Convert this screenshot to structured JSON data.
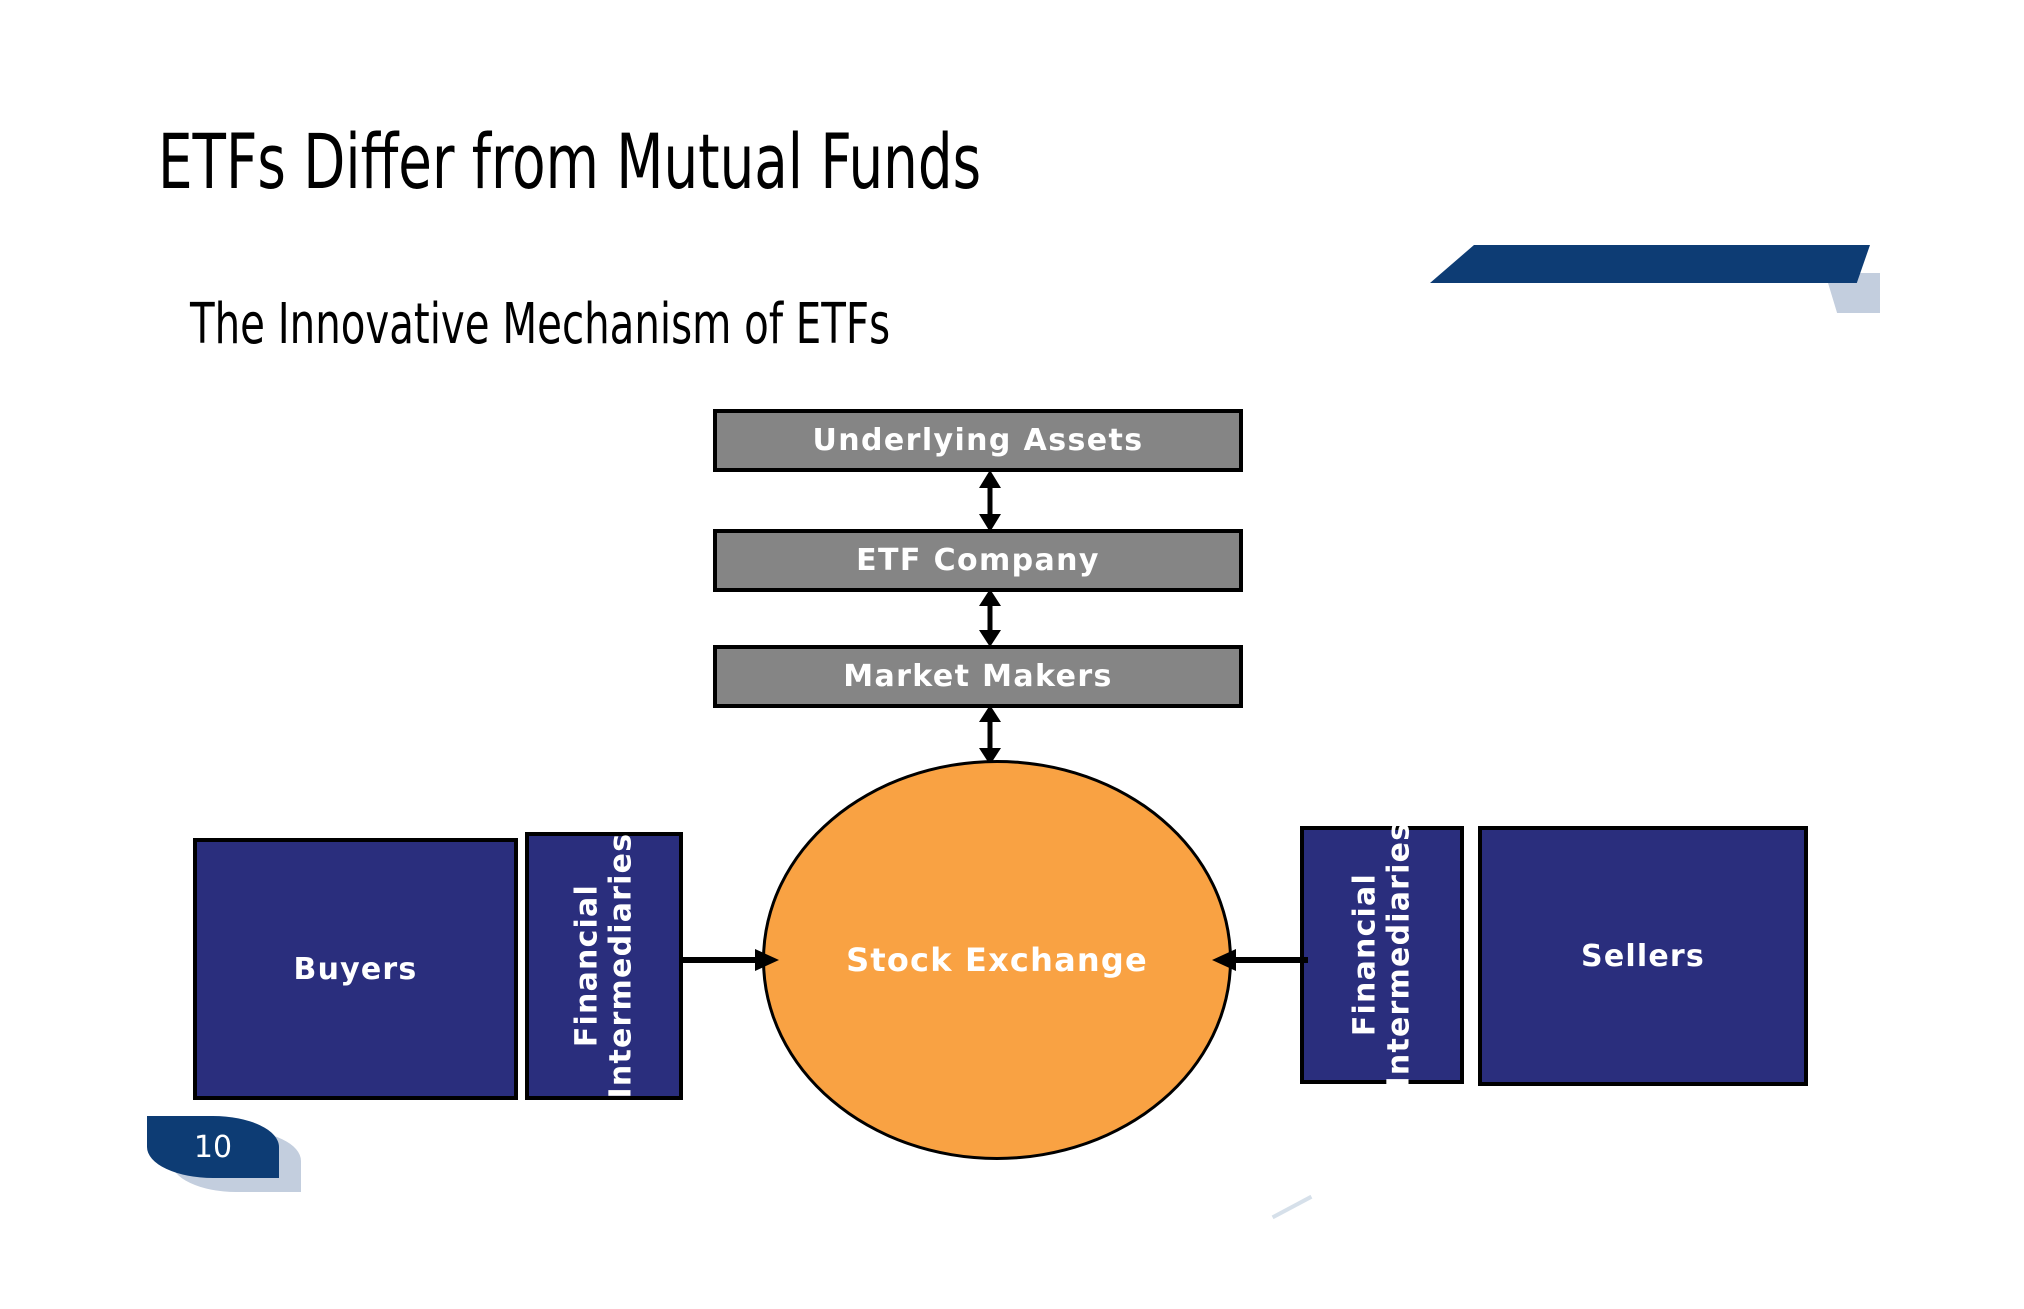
{
  "slide": {
    "title": "ETFs Differ from Mutual Funds",
    "subtitle": "The Innovative Mechanism of ETFs",
    "page_number": "10",
    "background_color": "#ffffff"
  },
  "theme": {
    "navy": "#2a2e7d",
    "banner_navy": "#0d3c74",
    "banner_gray_blue": "#c3cede",
    "gray_box": "#858585",
    "orange": "#f9a243",
    "outline": "#000000",
    "text_on_fill": "#ffffff"
  },
  "diagram": {
    "nodes": {
      "underlying_assets": "Underlying Assets",
      "etf_company": "ETF Company",
      "market_makers": "Market Makers",
      "stock_exchange": "Stock Exchange",
      "buyers": "Buyers",
      "sellers": "Sellers",
      "financial_intermediaries_left_line1": "Financial",
      "financial_intermediaries_left_line2": "Intermediaries",
      "financial_intermediaries_right_line1": "Financial",
      "financial_intermediaries_right_line2": "Intermediaries"
    },
    "connectors": [
      {
        "name": "underlying-assets-to-etf-company",
        "style": "double-headed-vertical"
      },
      {
        "name": "etf-company-to-market-makers",
        "style": "double-headed-vertical"
      },
      {
        "name": "market-makers-to-stock-exchange",
        "style": "double-headed-vertical"
      },
      {
        "name": "buyers-intermediaries-to-stock-exchange",
        "style": "single-headed-right"
      },
      {
        "name": "sellers-intermediaries-to-stock-exchange",
        "style": "single-headed-left"
      }
    ]
  }
}
